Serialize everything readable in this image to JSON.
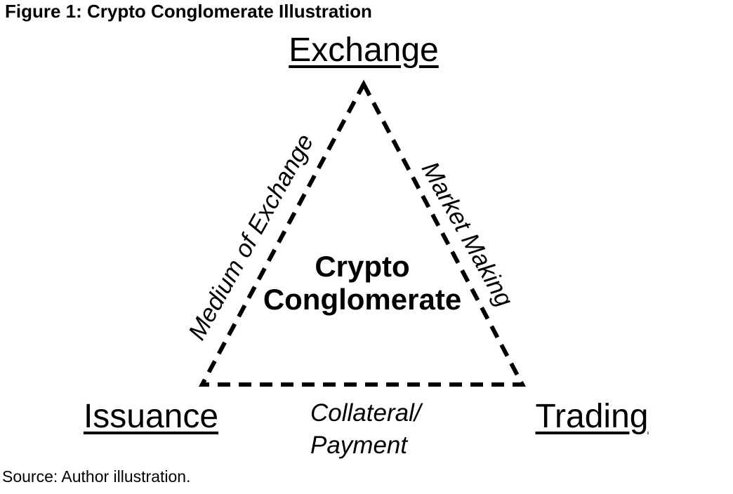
{
  "figure": {
    "title": "Figure 1: Crypto Conglomerate Illustration",
    "center": {
      "label": "Crypto Conglomerate",
      "lines": [
        "Crypto",
        "Conglomerate"
      ]
    },
    "vertices": [
      {
        "position": "top",
        "label": "Exchange"
      },
      {
        "position": "bottom-left",
        "label": "Issuance"
      },
      {
        "position": "bottom-right",
        "label": "Trading"
      }
    ],
    "edges": [
      {
        "from": "Exchange",
        "to": "Issuance",
        "label": "Medium of Exchange"
      },
      {
        "from": "Exchange",
        "to": "Trading",
        "label": "Market Making"
      },
      {
        "from": "Issuance",
        "to": "Trading",
        "label": "Collateral/Payment",
        "lines": [
          "Collateral/",
          "Payment"
        ]
      }
    ],
    "source": "Source: Author illustration.",
    "colors": {
      "ink": "#000000",
      "background": "#ffffff"
    },
    "style": {
      "triangle_stroke": "dashed"
    }
  }
}
